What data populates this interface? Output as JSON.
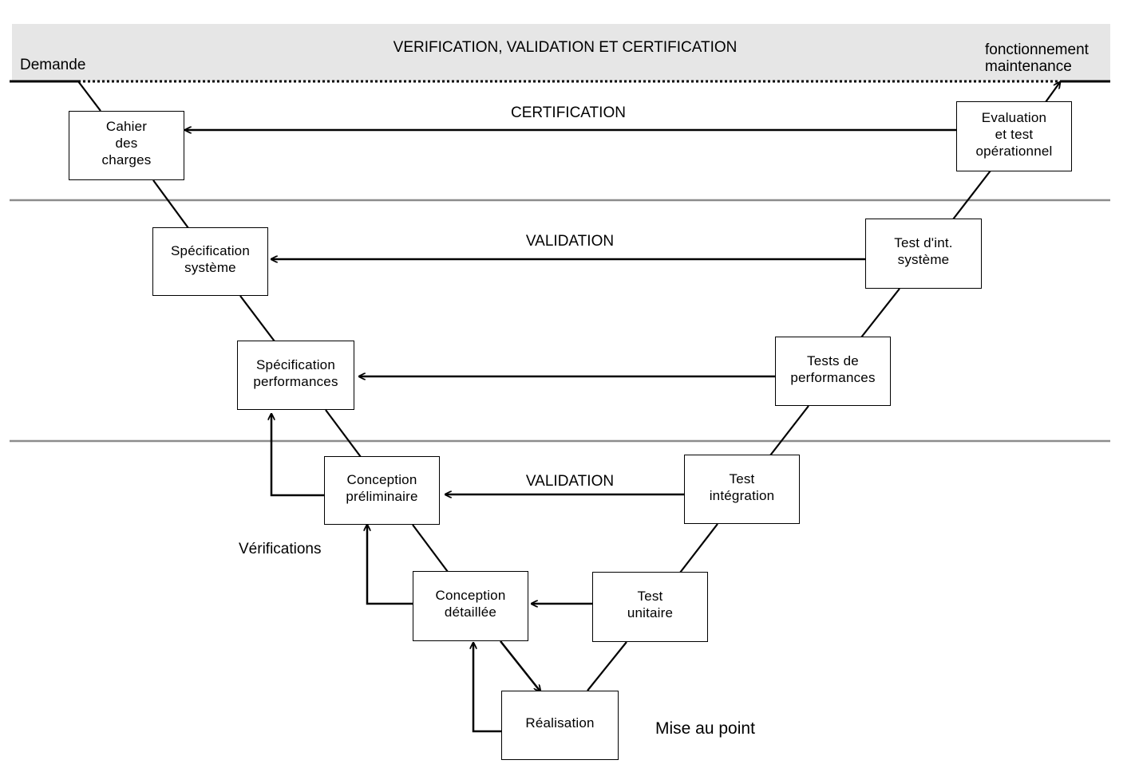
{
  "colors": {
    "band": "#e6e6e6",
    "line": "#000000",
    "separator": "#8c8c8c"
  },
  "header": {
    "title": "VERIFICATION, VALIDATION ET CERTIFICATION",
    "left_label": "Demande",
    "right_label_line1": "fonctionnement",
    "right_label_line2": "maintenance"
  },
  "levels": {
    "certification": "CERTIFICATION",
    "validation_system": "VALIDATION",
    "validation_design": "VALIDATION",
    "verifications": "Vérifications",
    "mise_au_point": "Mise au point"
  },
  "boxes": {
    "cahier": "Cahier\ndes\ncharges",
    "spec_systeme": "Spécification\nsystème",
    "spec_perf": "Spécification\nperformances",
    "conception_prelim": "Conception\npréliminaire",
    "conception_detail": "Conception\ndétaillée",
    "realisation": "Réalisation",
    "test_unitaire": "Test\nunitaire",
    "test_integration": "Test\nintégration",
    "tests_perf": "Tests de\nperformances",
    "test_int_systeme": "Test d'int.\nsystème",
    "evaluation": "Evaluation\net test\nopérationnel"
  }
}
